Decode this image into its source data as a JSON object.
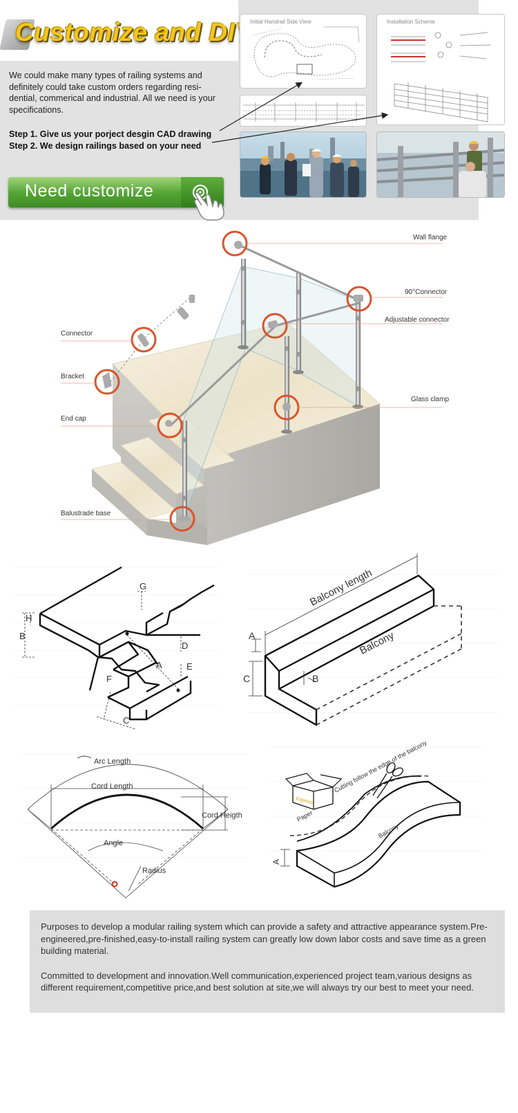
{
  "header": {
    "title": "Customize and DIY",
    "intro": "We could make many types of railing systems and definitely could take custom orders regarding resi-dential, commerical and industrial. All we need is your specifications.",
    "steps": [
      "Step 1. Give us your  porject desgin CAD drawing",
      "Step 2. We design railings based on your need"
    ],
    "cta_label": "Need customize",
    "thumbnails": [
      {
        "label": "Initial Handrail Side View"
      },
      {
        "label": "Installation Scheme"
      }
    ]
  },
  "stair_diagram": {
    "callouts": {
      "wall_flange": "Wall flange",
      "connector_90": "90°Connector",
      "adjustable_connector": "Adjustable connector",
      "glass_clamp": "Glass clamp",
      "connector": "Connector",
      "bracket": "Bracket",
      "end_cap": "End cap",
      "balustrade_base": "Balustrade base"
    },
    "accent_color": "#d9542b"
  },
  "measurements": {
    "stair_letters": [
      "G",
      "H",
      "B",
      "D",
      "A",
      "E",
      "F",
      "C"
    ],
    "balcony": {
      "length_label": "Balcony length",
      "name": "Balcony",
      "letters": [
        "A",
        "B",
        "C"
      ]
    },
    "arc": {
      "arc_length": "Arc Length",
      "cord_length": "Cord Length",
      "cord_height": "Cord Heigth",
      "angle": "Angle",
      "radius": "Radius"
    },
    "curved_balcony": {
      "cut_note": "Cutting follow the edge of the balcony",
      "paper": "Paper",
      "box_label": "Express",
      "name": "Balcony",
      "letter": "A"
    }
  },
  "footer": {
    "paragraphs": [
      "Purposes to develop a modular railing system which can provide a safety and attractive appearance system.Pre-engineered,pre-finished,easy-to-install railing system can greatly low down labor costs and save time as a green building material.",
      "Committed to development and innovation.Well communication,experienced project team,various designs as different requirement,competitive price,and best solution at site,we will always try our best to meet your need."
    ]
  }
}
